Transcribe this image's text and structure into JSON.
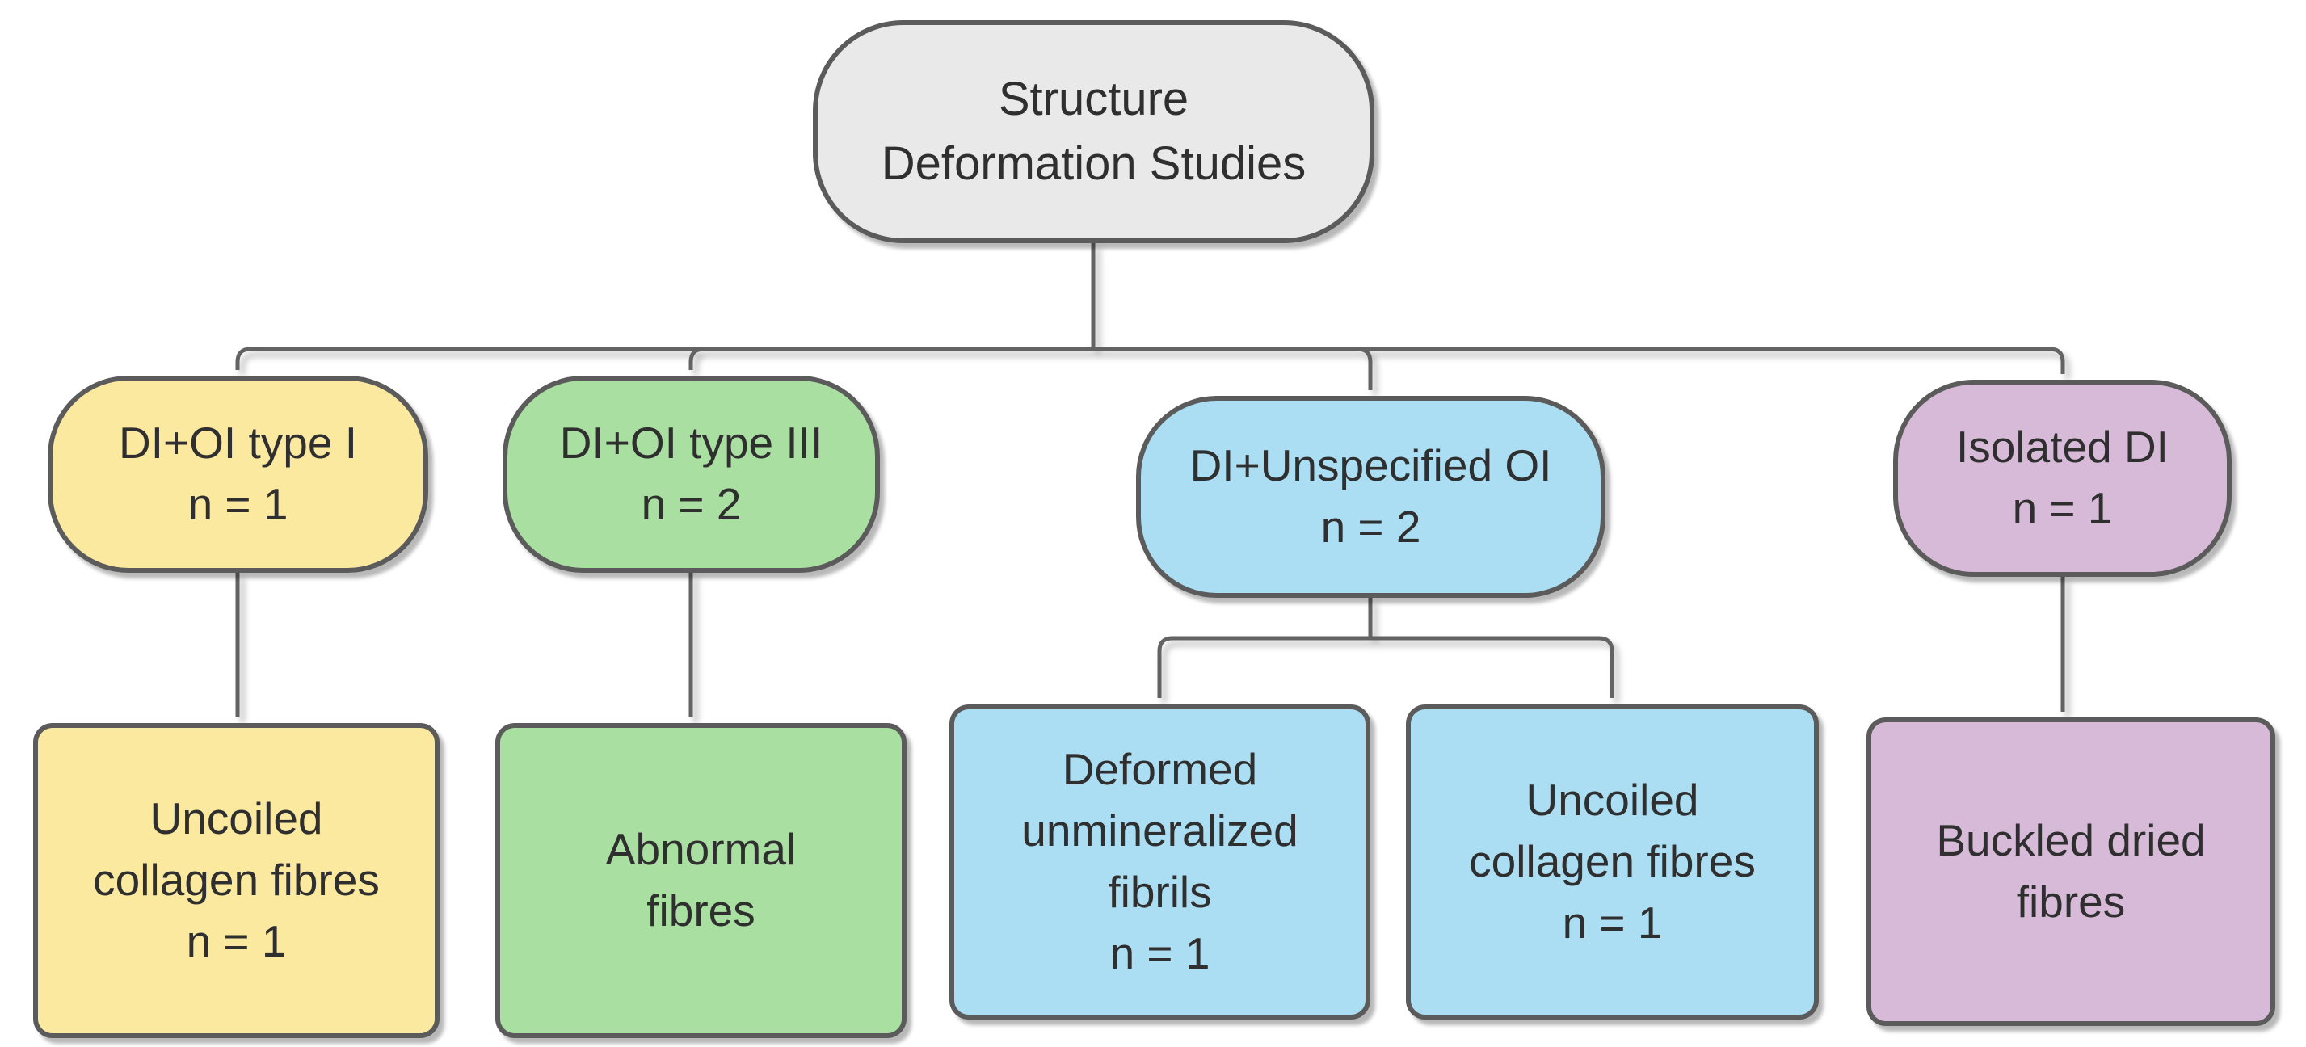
{
  "colors": {
    "root_fill": "#e9e9e9",
    "yellow_fill": "#fce9a0",
    "green_fill": "#a9dfa1",
    "blue_fill": "#abdef3",
    "purple_fill": "#d7bad8",
    "node_border": "#5b5b5b",
    "connector": "#636363",
    "text": "#2f2f2f"
  },
  "nodes": {
    "root": {
      "text": "Structure\nDeformation Studies",
      "fill": "#e9e9e9"
    },
    "di_oi_type_i": {
      "text": "DI+OI type I\nn = 1",
      "fill": "#fce9a0"
    },
    "di_oi_type_iii": {
      "text": "DI+OI type III\nn = 2",
      "fill": "#a9dfa1"
    },
    "di_unspecified_oi": {
      "text": "DI+Unspecified OI\nn = 2",
      "fill": "#abdef3"
    },
    "isolated_di": {
      "text": "Isolated DI\nn = 1",
      "fill": "#d7bad8"
    },
    "uncoiled_collagen_fibres_1": {
      "text": "Uncoiled\ncollagen fibres\nn = 1",
      "fill": "#fce9a0"
    },
    "abnormal_fibres": {
      "text": "Abnormal\nfibres",
      "fill": "#a9dfa1"
    },
    "deformed_unmineralized_fibrils": {
      "text": "Deformed\nunmineralized\nfibrils\nn = 1",
      "fill": "#abdef3"
    },
    "uncoiled_collagen_fibres_2": {
      "text": "Uncoiled\ncollagen fibres\nn = 1",
      "fill": "#abdef3"
    },
    "buckled_dried_fibres": {
      "text": "Buckled dried\nfibres",
      "fill": "#d7bad8"
    }
  },
  "edges": [
    {
      "from": "root",
      "to": "di_oi_type_i"
    },
    {
      "from": "root",
      "to": "di_oi_type_iii"
    },
    {
      "from": "root",
      "to": "di_unspecified_oi"
    },
    {
      "from": "root",
      "to": "isolated_di"
    },
    {
      "from": "di_oi_type_i",
      "to": "uncoiled_collagen_fibres_1"
    },
    {
      "from": "di_oi_type_iii",
      "to": "abnormal_fibres"
    },
    {
      "from": "di_unspecified_oi",
      "to": "deformed_unmineralized_fibrils"
    },
    {
      "from": "di_unspecified_oi",
      "to": "uncoiled_collagen_fibres_2"
    },
    {
      "from": "isolated_di",
      "to": "buckled_dried_fibres"
    }
  ]
}
